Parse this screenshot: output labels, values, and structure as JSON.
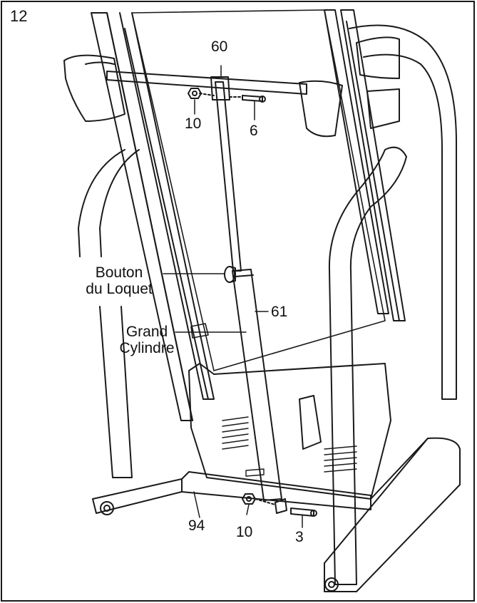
{
  "step_number": "12",
  "callouts": {
    "part_60": "60",
    "part_10_top": "10",
    "part_6": "6",
    "latch_knob_line1": "Bouton",
    "latch_knob_line2": "du Loquet",
    "part_61": "61",
    "large_cylinder_line1": "Grand",
    "large_cylinder_line2": "Cylindre",
    "part_94": "94",
    "part_10_bottom": "10",
    "part_3": "3"
  },
  "colors": {
    "line": "#1a1a1a",
    "background": "#ffffff"
  }
}
